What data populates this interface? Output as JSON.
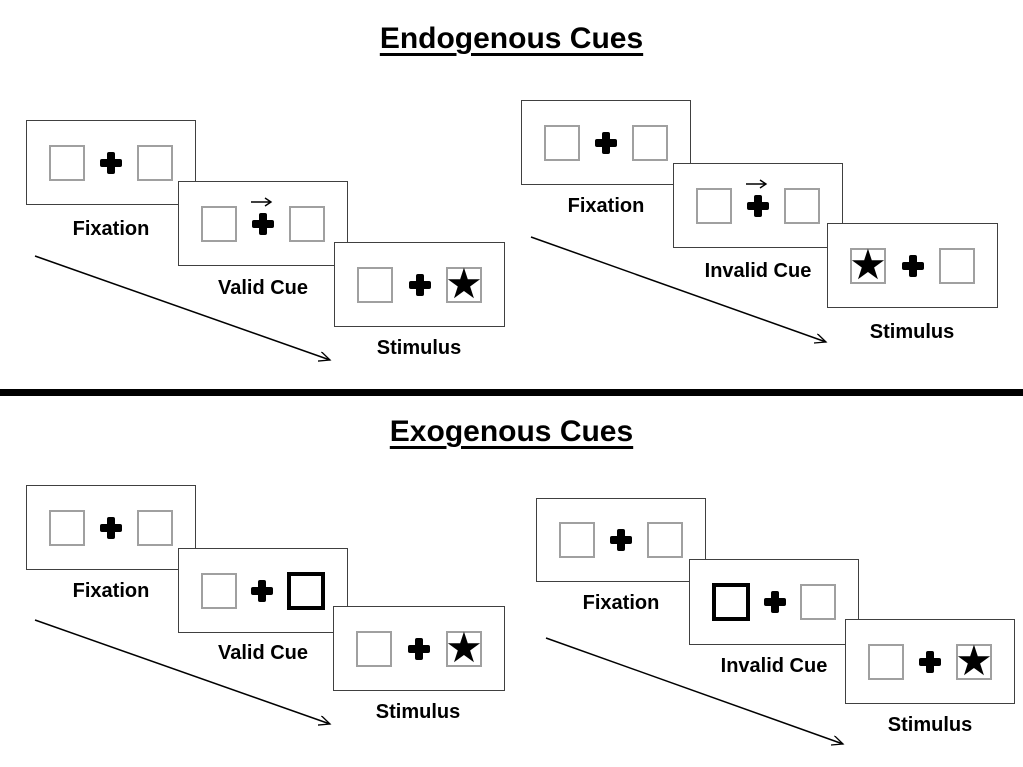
{
  "figure": {
    "type": "experiment-paradigm-diagram",
    "description_visible_only": "Posner-style cueing task panels"
  },
  "glyphs": {
    "star": "★"
  },
  "colors": {
    "background": "#ffffff",
    "panel_border": "#404040",
    "placeholder_box_border": "#a0a0a0",
    "cue_box_border": "#000000",
    "text": "#000000",
    "divider": "#000000",
    "arrow": "#000000"
  },
  "sections": [
    {
      "title": "Endogenous Cues",
      "sequences": [
        {
          "name": "valid-cue-sequence",
          "panels": [
            {
              "label": "Fixation",
              "left_box": "empty",
              "center_symbol": "plus",
              "right_box": "empty",
              "cue_arrow_above_plus": false
            },
            {
              "label": "Valid Cue",
              "left_box": "empty",
              "center_symbol": "plus",
              "right_box": "empty",
              "cue_arrow_above_plus": true,
              "cue_arrow_direction": "right"
            },
            {
              "label": "Stimulus",
              "left_box": "empty",
              "center_symbol": "plus",
              "right_box": "star",
              "cue_arrow_above_plus": false
            }
          ]
        },
        {
          "name": "invalid-cue-sequence",
          "panels": [
            {
              "label": "Fixation",
              "left_box": "empty",
              "center_symbol": "plus",
              "right_box": "empty",
              "cue_arrow_above_plus": false
            },
            {
              "label": "Invalid Cue",
              "left_box": "empty",
              "center_symbol": "plus",
              "right_box": "empty",
              "cue_arrow_above_plus": true,
              "cue_arrow_direction": "right"
            },
            {
              "label": "Stimulus",
              "left_box": "star",
              "center_symbol": "plus",
              "right_box": "empty",
              "cue_arrow_above_plus": false
            }
          ]
        }
      ]
    },
    {
      "title": "Exogenous Cues",
      "sequences": [
        {
          "name": "valid-cue-sequence",
          "panels": [
            {
              "label": "Fixation",
              "left_box": "empty",
              "center_symbol": "plus",
              "right_box": "empty",
              "cue_arrow_above_plus": false
            },
            {
              "label": "Valid Cue",
              "left_box": "empty",
              "center_symbol": "plus",
              "right_box": "bold-outline",
              "cue_arrow_above_plus": false
            },
            {
              "label": "Stimulus",
              "left_box": "empty",
              "center_symbol": "plus",
              "right_box": "star",
              "cue_arrow_above_plus": false
            }
          ]
        },
        {
          "name": "invalid-cue-sequence",
          "panels": [
            {
              "label": "Fixation",
              "left_box": "empty",
              "center_symbol": "plus",
              "right_box": "empty",
              "cue_arrow_above_plus": false
            },
            {
              "label": "Invalid Cue",
              "left_box": "bold-outline",
              "center_symbol": "plus",
              "right_box": "empty",
              "cue_arrow_above_plus": false
            },
            {
              "label": "Stimulus",
              "left_box": "empty",
              "center_symbol": "plus",
              "right_box": "star",
              "cue_arrow_above_plus": false
            }
          ]
        }
      ]
    }
  ]
}
